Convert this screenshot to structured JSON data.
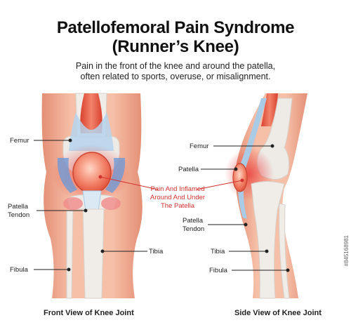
{
  "title": {
    "line1": "Patellofemoral Pain Syndrome",
    "line2": "(Runner’s Knee)"
  },
  "subtitle": {
    "line1": "Pain in the front of the knee and around the patella,",
    "line2": "often related to sports, overuse, or misalignment."
  },
  "front_view": {
    "caption": "Front View of Knee Joint",
    "labels": {
      "femur": "Femur",
      "patella_tendon_1": "Patella",
      "patella_tendon_2": "Tendon",
      "tibia": "Tibia",
      "fibula": "Fibula"
    }
  },
  "callout": {
    "line1": "Pain And Inflamed",
    "line2": "Around And Under",
    "line3": "The Patella"
  },
  "side_view": {
    "caption": "Side View of Knee Joint",
    "labels": {
      "femur": "Femur",
      "patella": "Patella",
      "patella_tendon_1": "Patella",
      "patella_tendon_2": "Tendon",
      "tibia": "Tibia",
      "fibula": "Fibula"
    }
  },
  "watermark": "#845168981",
  "colors": {
    "skin": "#f3b49a",
    "skin_dark": "#e7957c",
    "bone": "#eeeae6",
    "muscle": "#e3513f",
    "tendon": "#a9cbe6",
    "patella": "#f07a63",
    "inflammation": "#ea2a2a",
    "label_line": "#222222"
  }
}
